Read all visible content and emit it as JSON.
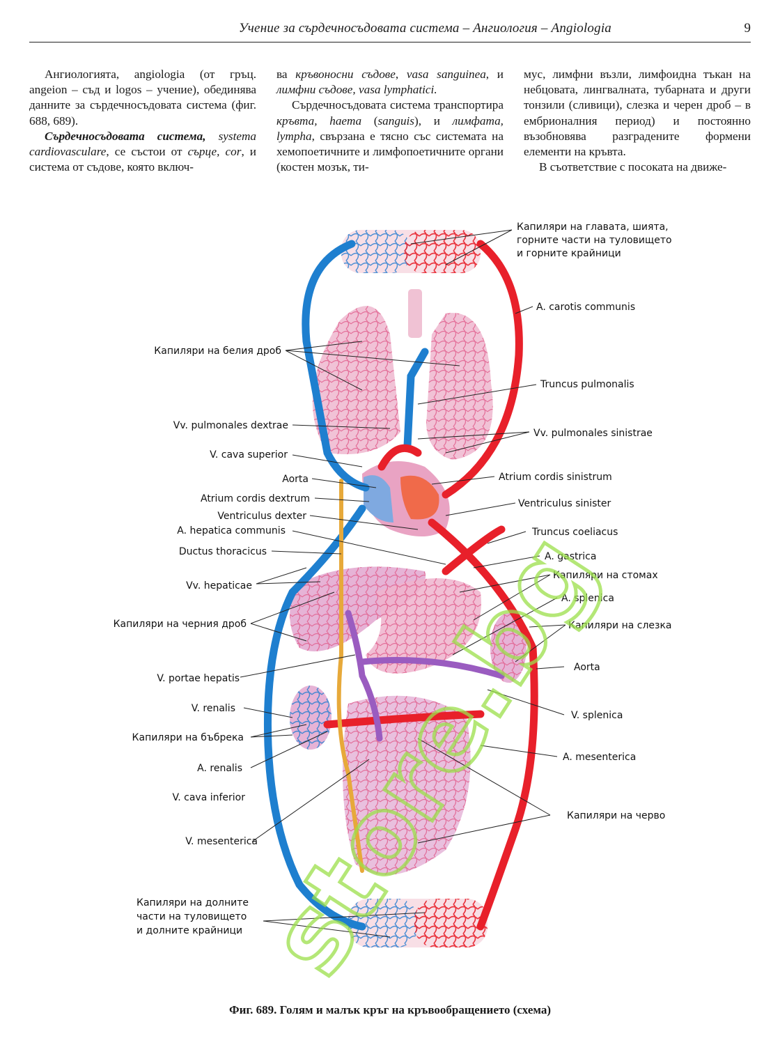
{
  "header": {
    "running_title": "Учение за сърдечносъдовата система – Ангиология – Angiologia",
    "page_number": "9"
  },
  "columns": {
    "c1": [
      [
        {
          "t": "Ангиологията, angiologia (от гръц. angeion – съд и logos – учение), обединява данните за сърдечносъдовата система (фиг. 688, 689)."
        }
      ],
      [
        {
          "t": "Сърдечносъдовата система,",
          "s": "bi"
        },
        {
          "t": " "
        },
        {
          "t": "systema cardiovasculare",
          "s": "i"
        },
        {
          "t": ", се състои от "
        },
        {
          "t": "сърце, cor",
          "s": "i"
        },
        {
          "t": ", и система от съдове, която включ-"
        }
      ]
    ],
    "c2": [
      [
        {
          "t": "ва "
        },
        {
          "t": "кръвоносни съдове",
          "s": "i"
        },
        {
          "t": ", "
        },
        {
          "t": "vasa sanguinea",
          "s": "i"
        },
        {
          "t": ", и "
        },
        {
          "t": "лимфни съдове, vasa lymphatici.",
          "s": "i"
        }
      ],
      [
        {
          "t": "Сърдечносъдовата система транспортира "
        },
        {
          "t": "кръвта, haema",
          "s": "i"
        },
        {
          "t": " ("
        },
        {
          "t": "sanguis",
          "s": "i"
        },
        {
          "t": "), и "
        },
        {
          "t": "лимфата, lympha",
          "s": "i"
        },
        {
          "t": ", свързана е тясно със системата на хемопоетичните и лимфопоетичните органи (костен мозък, ти-"
        }
      ]
    ],
    "c3": [
      [
        {
          "t": "мус, лимфни възли, лимфоидна тъкан на небцовата, лингвалната, тубарната и други тонзили (сливици), слезка и черен дроб – в ембрионалния период) и постоянно възобновява разградените формени елементи на кръвта."
        }
      ],
      [
        {
          "t": "В съответствие с посоката на движе-"
        }
      ]
    ]
  },
  "labels_right": {
    "cap_head_1": "Капиляри на главата, шията,",
    "cap_head_2": "горните части на туловището",
    "cap_head_3": "и горните крайници",
    "carotis": "A. carotis communis",
    "truncus_pulm": "Truncus pulmonalis",
    "vv_pulm_sin": "Vv. pulmonales sinistrae",
    "atrium_sin": "Atrium cordis sinistrum",
    "ventr_sin": "Ventriculus sinister",
    "truncus_coel": "Truncus coeliacus",
    "a_gastrica": "A. gastrica",
    "cap_stomach": "Капиляри на стомах",
    "a_splenica": "A. splenica",
    "cap_spleen": "Капиляри на слезка",
    "aorta_low": "Aorta",
    "v_splenica": "V. splenica",
    "a_mesenterica": "A. mesenterica",
    "cap_gut": "Капиляри на черво"
  },
  "labels_left": {
    "cap_lung": "Капиляри на белия дроб",
    "vv_pulm_dex": "Vv. pulmonales dextrae",
    "v_cava_sup": "V. cava superior",
    "aorta": "Aorta",
    "atrium_dex": "Atrium cordis dextrum",
    "ventr_dex": "Ventriculus dexter",
    "a_hepatica": "A. hepatica communis",
    "ductus": "Ductus thoracicus",
    "vv_hepat": "Vv. hepaticae",
    "cap_liver": "Капиляри на черния дроб",
    "v_portae": "V. portae hepatis",
    "v_renalis": "V. renalis",
    "cap_kidney": "Капиляри на бъбрека",
    "a_renalis": "A. renalis",
    "v_cava_inf": "V. cava inferior",
    "v_mesent": "V. mesenterica",
    "cap_lower_1": "Капиляри на долните",
    "cap_lower_2": "части на туловището",
    "cap_lower_3": "и долните крайници"
  },
  "watermark": "store.bg",
  "caption": "Фиг. 689. Голям и малък кръг на кръвообращението (схема)",
  "colors": {
    "artery": "#e8202a",
    "vein": "#1e7fcf",
    "lymph": "#e7a93a",
    "organ": "#e9a6c6",
    "portal": "#9a5cc0",
    "watermark": "#9be04a"
  }
}
